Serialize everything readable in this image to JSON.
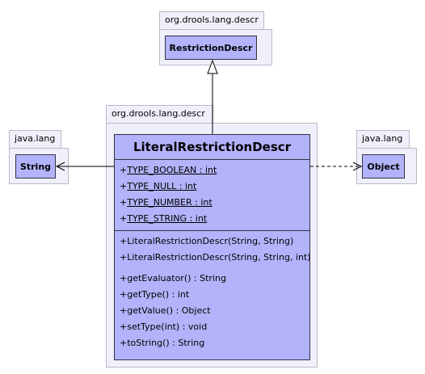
{
  "packages": {
    "top": "org.drools.lang.descr",
    "main": "org.drools.lang.descr",
    "left": "java.lang",
    "right": "java.lang"
  },
  "classes": {
    "parent": "RestrictionDescr",
    "main": "LiteralRestrictionDescr",
    "left": "String",
    "right": "Object"
  },
  "attributes": [
    {
      "vis": "+",
      "text": "TYPE_BOOLEAN : int"
    },
    {
      "vis": "+",
      "text": "TYPE_NULL : int"
    },
    {
      "vis": "+",
      "text": "TYPE_NUMBER : int"
    },
    {
      "vis": "+",
      "text": "TYPE_STRING : int"
    }
  ],
  "constructors": [
    {
      "vis": "+",
      "text": "LiteralRestrictionDescr(String, String)"
    },
    {
      "vis": "+",
      "text": "LiteralRestrictionDescr(String, String, int)"
    }
  ],
  "methods": [
    {
      "vis": "+",
      "text": "getEvaluator() : String"
    },
    {
      "vis": "+",
      "text": "getType() : int"
    },
    {
      "vis": "+",
      "text": "getValue() : Object"
    },
    {
      "vis": "+",
      "text": "setType(int) : void"
    },
    {
      "vis": "+",
      "text": "toString() : String"
    }
  ]
}
